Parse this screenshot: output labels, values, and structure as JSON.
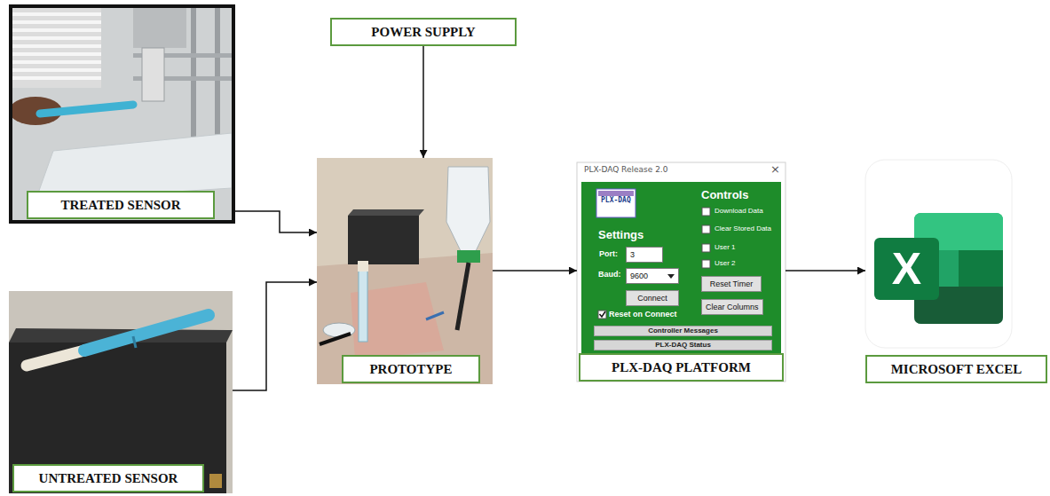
{
  "diagram": {
    "nodes": [
      {
        "text": [
          "TREATED SENSOR"
        ]
      },
      {
        "text": [
          "UNTREATED SENSOR"
        ]
      },
      {
        "text": [
          "POWER SUPPLY"
        ]
      },
      {
        "text": [
          "PROTOTYPE"
        ]
      },
      {
        "text": [
          "PLX-DAQ Release 2.0",
          "×",
          "PLX-DAQ",
          "Settings",
          "Port:",
          "Baud:",
          "Reset on Connect",
          "Controls",
          "Download Data",
          "Clear Stored Data",
          "User 1",
          "User 2",
          "PLX-DAQ PLATFORM"
        ]
      },
      {
        "text": [
          "3"
        ],
        "in": 4
      },
      {
        "text": [
          "9600"
        ],
        "in": 4
      },
      {
        "text": [
          "Connect"
        ],
        "in": 4
      },
      {
        "text": [
          "Reset Timer"
        ],
        "in": 4
      },
      {
        "text": [
          "Clear Columns"
        ],
        "in": 4
      },
      {
        "text": [
          "Controller Messages"
        ],
        "in": 4
      },
      {
        "text": [
          "PLX-DAQ Status"
        ],
        "in": 4
      },
      {
        "text": [
          "X",
          "MICROSOFT EXCEL"
        ]
      }
    ],
    "edges": [
      {
        "from": 0,
        "to": 3,
        "arrow": "to"
      },
      {
        "from": 1,
        "to": 3,
        "arrow": "to"
      },
      {
        "from": 2,
        "to": 3,
        "arrow": "to"
      },
      {
        "from": 3,
        "to": 4,
        "arrow": "to"
      },
      {
        "from": 4,
        "to": 12,
        "arrow": "to"
      }
    ]
  }
}
